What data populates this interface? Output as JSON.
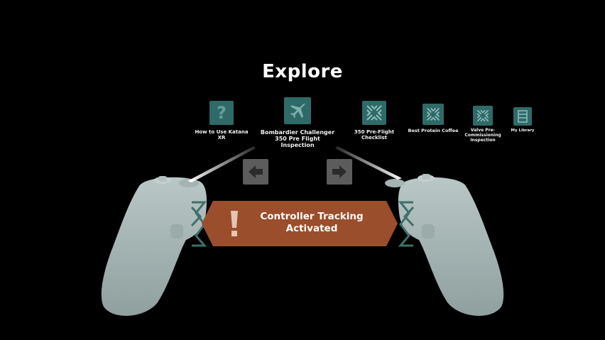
{
  "scene": {
    "title": "Explore"
  },
  "menu": {
    "items": [
      {
        "label": "How to Use Katana XR",
        "icon": "question-mark-icon"
      },
      {
        "label": "Bombardier Challenger 350 Pre Flight Inspection",
        "icon": "airplane-icon"
      },
      {
        "label": "350 Pre-Flight Checklist",
        "icon": "module-logo-icon"
      },
      {
        "label": "Best Protein Coffee",
        "icon": "module-logo-icon"
      },
      {
        "label": "Valve Pre-Commissioning Inspection",
        "icon": "module-logo-icon"
      },
      {
        "label": "My Library",
        "icon": "library-shelf-icon"
      }
    ]
  },
  "navigation": {
    "previous_icon": "arrow-left-icon",
    "next_icon": "arrow-right-icon"
  },
  "notification": {
    "message": "Controller Tracking Activated",
    "icon": "exclamation-icon"
  },
  "colors": {
    "background": "#000000",
    "tile": "#2f6a68",
    "banner": "#9a4e2b",
    "nav_button": "#5c5c5c",
    "controller": "#a9b9b8"
  }
}
